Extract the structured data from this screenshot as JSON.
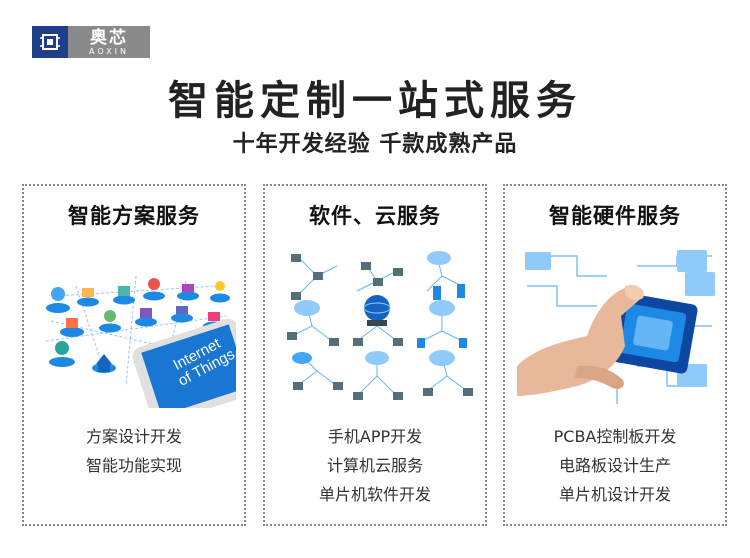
{
  "logo": {
    "name_cn": "奥芯",
    "name_en": "AOXIN"
  },
  "header": {
    "title": "智能定制一站式服务",
    "subtitle": "十年开发经验 千款成熟产品"
  },
  "cards": [
    {
      "title": "智能方案服务",
      "image_text": [
        "Internet",
        "of Things"
      ],
      "features": [
        "方案设计开发",
        "智能功能实现"
      ]
    },
    {
      "title": "软件、云服务",
      "features": [
        "手机APP开发",
        "计算机云服务",
        "单片机软件开发"
      ]
    },
    {
      "title": "智能硬件服务",
      "features": [
        "PCBA控制板开发",
        "电路板设计生产",
        "单片机设计开发"
      ]
    }
  ],
  "colors": {
    "brand_blue": "#1f3e8c",
    "logo_gray": "#8a8a8a",
    "accent_blue": "#1e88e5",
    "border": "#888888"
  },
  "icons": [
    "chip-icon",
    "iot-network-illustration",
    "cloud-network-illustration",
    "hand-chip-illustration"
  ]
}
